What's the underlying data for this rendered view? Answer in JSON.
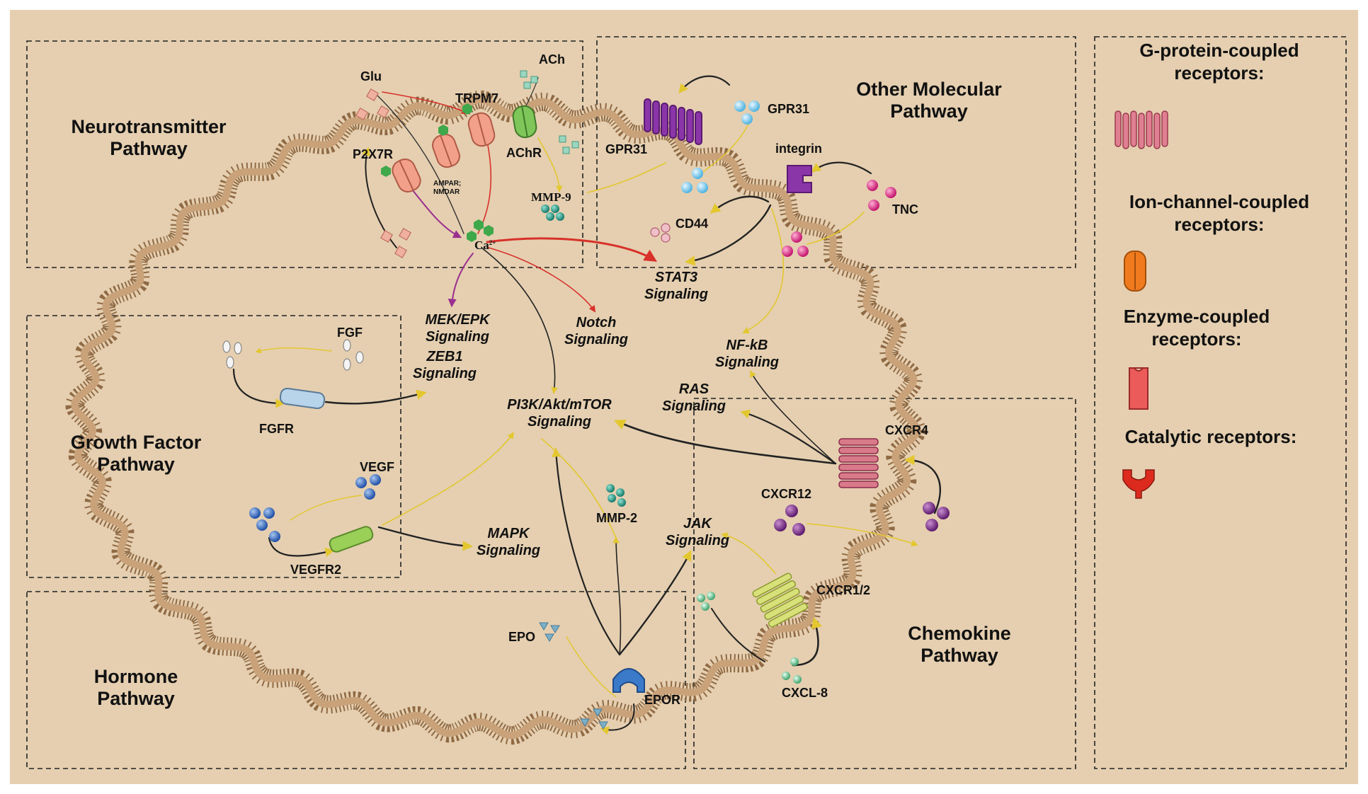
{
  "pathways": [
    {
      "id": "neurotransmitter",
      "lines": [
        "Neurotransmitter",
        "Pathway"
      ]
    },
    {
      "id": "other-molecular",
      "lines": [
        "Other Molecular",
        "Pathway"
      ]
    },
    {
      "id": "growth-factor",
      "lines": [
        "Growth Factor",
        "Pathway"
      ]
    },
    {
      "id": "hormone",
      "lines": [
        "Hormone",
        "Pathway"
      ]
    },
    {
      "id": "chemokine",
      "lines": [
        "Chemokine",
        "Pathway"
      ]
    }
  ],
  "legend": [
    {
      "lines": [
        "G-protein-coupled",
        "receptors:"
      ],
      "color": "#e07f92"
    },
    {
      "lines": [
        "Ion-channel-coupled",
        "receptors:"
      ],
      "color": "#f07b1e"
    },
    {
      "lines": [
        "Enzyme-coupled",
        "receptors:"
      ],
      "color": "#ea5b59"
    },
    {
      "lines": [
        "Catalytic receptors:"
      ],
      "color": "#dd2a1e"
    }
  ],
  "labels": {
    "glu": "Glu",
    "trpm7": "TRPM7",
    "ach": "ACh",
    "p2x7r": "P2X7R",
    "achr": "AChR",
    "ampar": "AMPAR;",
    "nmdar": "NMDAR",
    "ca": "Ca",
    "ca_sup": "2+",
    "mmp9": "MMP-9",
    "gpr31_top": "GPR31",
    "gpr31_left": "GPR31",
    "integrin": "integrin",
    "cd44": "CD44",
    "tnc": "TNC",
    "fgf": "FGF",
    "fgfr": "FGFR",
    "vegf": "VEGF",
    "vegfr2": "VEGFR2",
    "cxcr4": "CXCR4",
    "cxcr12": "CXCR12",
    "cxcr12b": "CXCR1/2",
    "cxcl8": "CXCL-8",
    "mmp2": "MMP-2",
    "epo": "EPO",
    "epor": "EPOR"
  },
  "signaling": [
    {
      "id": "stat3",
      "lines": [
        "STAT3",
        "Signaling"
      ]
    },
    {
      "id": "mek-epk",
      "lines": [
        "MEK/EPK",
        "Signaling"
      ]
    },
    {
      "id": "notch",
      "lines": [
        "Notch",
        "Signaling"
      ]
    },
    {
      "id": "zeb1",
      "lines": [
        "ZEB1",
        "Signaling"
      ]
    },
    {
      "id": "nf-kb",
      "lines": [
        "NF-kB",
        "Signaling"
      ]
    },
    {
      "id": "ras",
      "lines": [
        "RAS",
        "Signaling"
      ]
    },
    {
      "id": "pi3k",
      "lines": [
        "PI3K/Akt/mTOR",
        "Signaling"
      ]
    },
    {
      "id": "mapk",
      "lines": [
        "MAPK",
        "Signaling"
      ]
    },
    {
      "id": "jak",
      "lines": [
        "JAK",
        "Signaling"
      ]
    }
  ],
  "colors": {
    "background": "#e5cfb0",
    "membrane": "#b38a5e",
    "arrow_yellow": "#e8d23a",
    "arrow_red": "#d8312a",
    "arrow_purple": "#9a2f8e"
  }
}
